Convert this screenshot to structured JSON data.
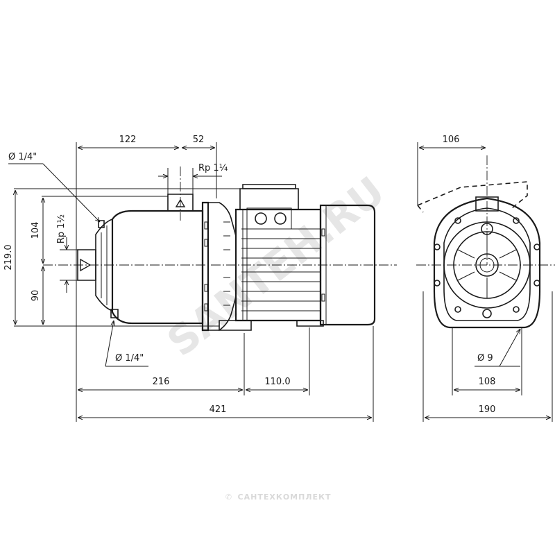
{
  "dimensions": {
    "d122": "122",
    "d52": "52",
    "rp_outlet": "Rp 1¼",
    "rp_inlet": "Rp 1½",
    "phi_top": "Ø 1/4\"",
    "phi_bottom": "Ø 1/4\"",
    "d104": "104",
    "d90": "90",
    "d219": "219.0",
    "d216": "216",
    "d110": "110.0",
    "d421": "421",
    "d106": "106",
    "phi9": "Ø 9",
    "d108": "108",
    "d190": "190"
  },
  "watermarks": {
    "main": "SANTEH.RU",
    "footer": "САНТЕХКОМПЛЕКТ"
  }
}
